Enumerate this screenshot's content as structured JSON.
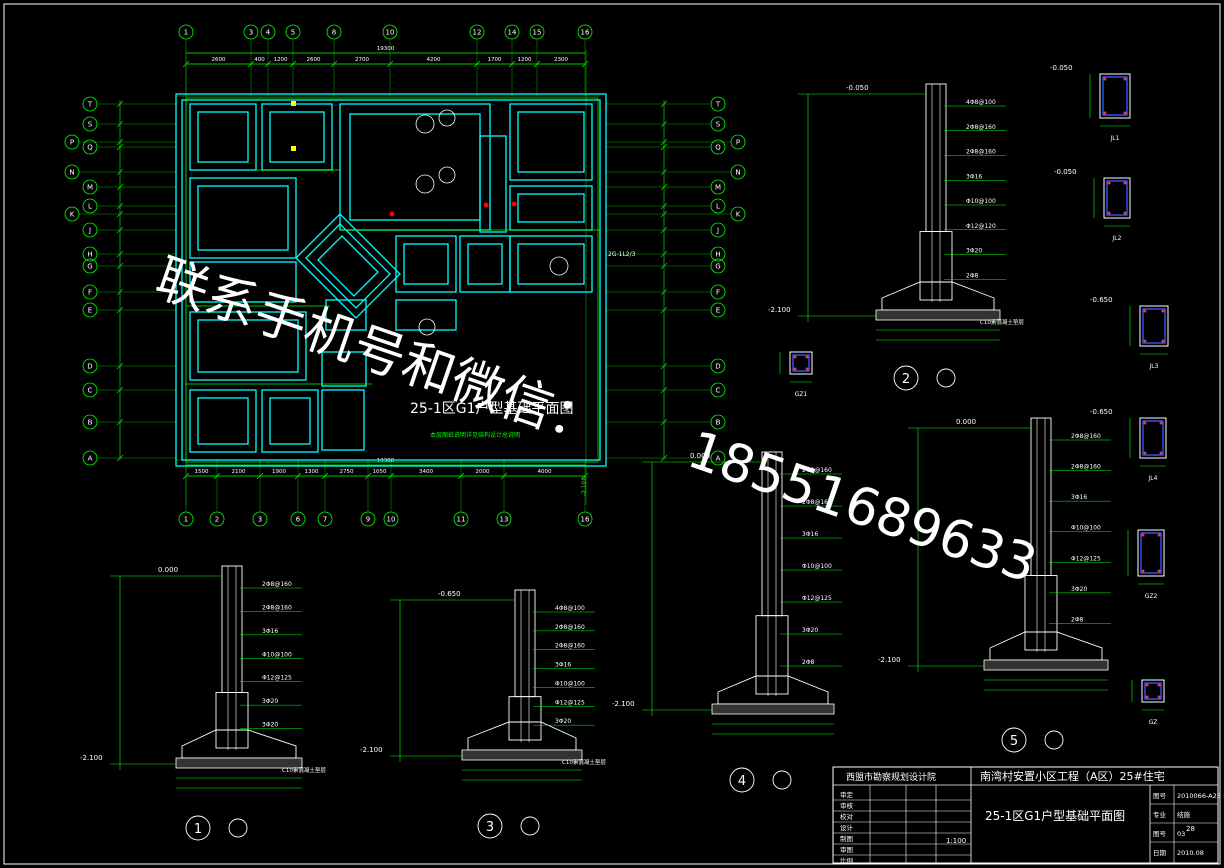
{
  "plan": {
    "top_axes": [
      "1",
      "3",
      "4",
      "5",
      "8",
      "10",
      "12",
      "14",
      "15",
      "16"
    ],
    "bottom_axes": [
      "1",
      "2",
      "3",
      "6",
      "7",
      "9",
      "10",
      "11",
      "13",
      "16"
    ],
    "top_dims": [
      "2600",
      "400",
      "1200",
      "2600",
      "2700",
      "4200",
      "1700",
      "1200",
      "2300"
    ],
    "top_total": "19300",
    "bottom_dims": [
      "1500",
      "2100",
      "1900",
      "1300",
      "2750",
      "1050",
      "3400",
      "2000",
      "4000"
    ],
    "bottom_total": "19300",
    "left_axes": [
      "T",
      "S",
      "P",
      "Q",
      "N",
      "M",
      "L",
      "K",
      "J",
      "H",
      "G",
      "F",
      "E",
      "D",
      "C",
      "B",
      "A"
    ],
    "right_axes": [
      "T",
      "S",
      "P",
      "Q",
      "N",
      "M",
      "L",
      "K",
      "J",
      "H",
      "G",
      "F",
      "E",
      "D",
      "C",
      "B",
      "A"
    ],
    "title": "25-1区G1户型基础平面图",
    "subtitle": "本层图纸说明详见结构设计总说明",
    "small_tags": [
      "-2.100"
    ]
  },
  "sections": [
    {
      "id": "1",
      "top": "0.000",
      "bottom": "-2.100",
      "rebar": [
        "2Φ8@160",
        "2Φ8@160",
        "3Φ16",
        "Φ10@100",
        "Φ12@125",
        "3Φ20",
        "3Φ20"
      ],
      "base": "C10素混凝土垫层"
    },
    {
      "id": "2",
      "top": "-0.050",
      "bottom": "-2.100",
      "rebar": [
        "4Φ8@100",
        "2Φ8@160",
        "2Φ8@160",
        "3Φ16",
        "Φ10@100",
        "Φ12@120",
        "3Φ20",
        "2Φ8"
      ],
      "base": "C10素混凝土垫层"
    },
    {
      "id": "3",
      "top": "-0.650",
      "bottom": "-2.100",
      "rebar": [
        "4Φ8@100",
        "2Φ8@160",
        "2Φ8@160",
        "3Φ16",
        "Φ10@100",
        "Φ12@125",
        "3Φ20"
      ],
      "base": "C10素混凝土垫层"
    },
    {
      "id": "4",
      "top": "0.000",
      "bottom": "-2.100",
      "rebar": [
        "2Φ8@160",
        "2Φ8@160",
        "3Φ16",
        "Φ10@100",
        "Φ12@125",
        "3Φ20",
        "2Φ8"
      ],
      "base": ""
    },
    {
      "id": "5",
      "top": "0.000",
      "bottom": "-2.100",
      "rebar": [
        "2Φ8@160",
        "2Φ8@160",
        "3Φ16",
        "Φ10@100",
        "Φ12@125",
        "3Φ20",
        "2Φ8"
      ],
      "base": ""
    }
  ],
  "details": [
    {
      "label": "JL1",
      "elev": "-0.050"
    },
    {
      "label": "JL2",
      "elev": "-0.050"
    },
    {
      "label": "JL3",
      "elev": "-0.650"
    },
    {
      "label": "JL4",
      "elev": "-0.650"
    },
    {
      "label": "GZ2",
      "elev": ""
    },
    {
      "label": "GZ",
      "elev": ""
    },
    {
      "label": "GZ1",
      "elev": ""
    }
  ],
  "title_block": {
    "company": "西盟市勘察规划设计院",
    "project": "南湾村安置小区工程（A区）25#住宅",
    "drawing_name": "25-1区G1户型基础平面图",
    "labels": [
      "审定",
      "审核",
      "校对",
      "设计",
      "制图",
      "审图",
      "比例"
    ],
    "scale": "1:100",
    "right_labels": [
      "图号",
      "专业",
      "图号",
      "日期"
    ],
    "right_values": [
      "2010066-A25",
      "结施",
      "03",
      "2010.08"
    ],
    "sheet": "28"
  },
  "watermark": {
    "line1": "联系手机号和微信：",
    "line2": "18551689633"
  },
  "colors": {
    "background": "#000000",
    "lines": "#00ff00",
    "walls": "#00ffff",
    "text": "#ffffff",
    "accent": "#ff0000",
    "yellow": "#ffff00"
  }
}
